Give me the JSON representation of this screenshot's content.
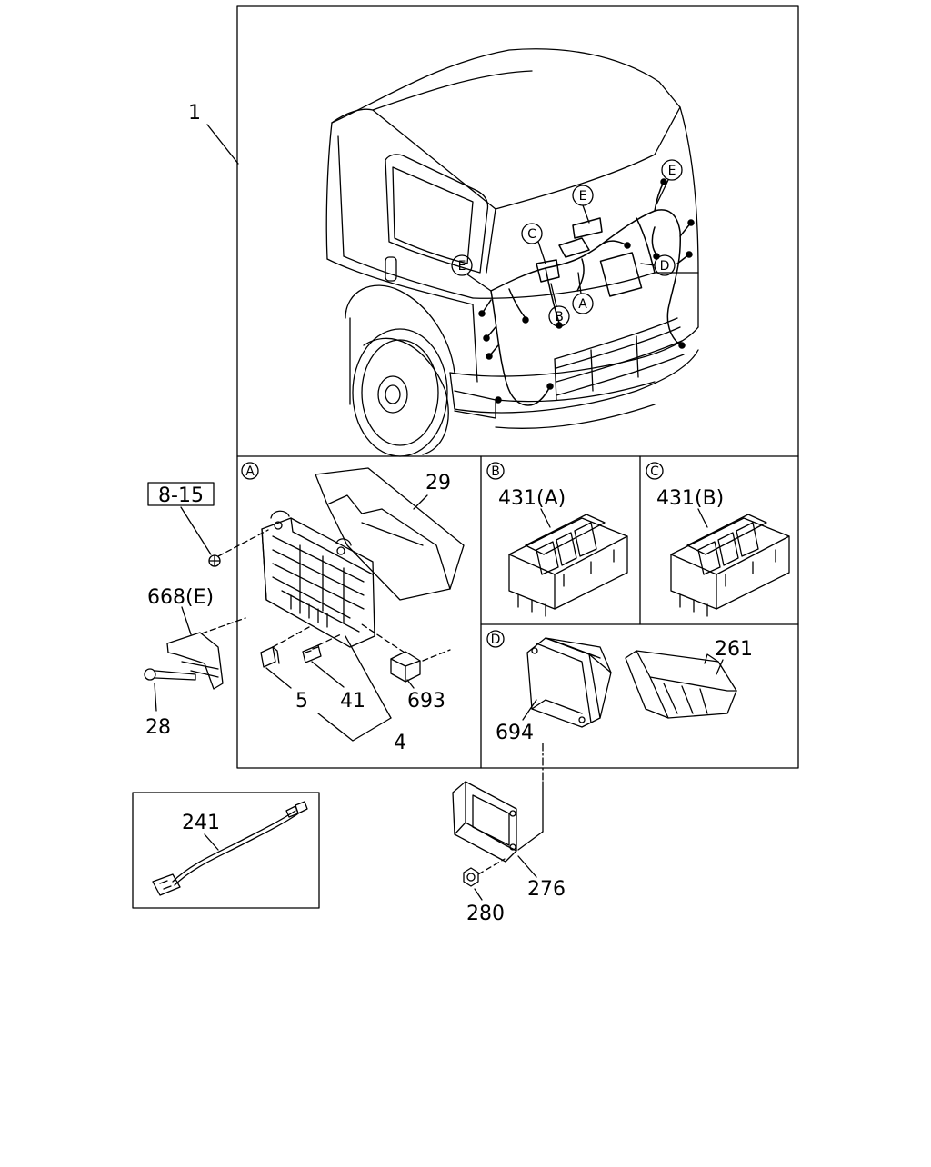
{
  "diagram": {
    "ref_box": "8-15",
    "callouts": {
      "main_assembly": "1",
      "fuse_box_cover": "29",
      "relay_a": "431(A)",
      "relay_b": "431(B)",
      "bracket": "668(E)",
      "bolt": "28",
      "fuse_5": "5",
      "fuse_41": "41",
      "fuse_kit": "4",
      "relay_693": "693",
      "ecu_cover": "261",
      "ecu_seal": "694",
      "ecu": "276",
      "nut": "280",
      "cable": "241"
    },
    "panel_labels": {
      "a": "A",
      "b": "B",
      "c": "C",
      "d": "D"
    },
    "harness_markers": [
      "E",
      "E",
      "E",
      "C",
      "D",
      "A",
      "B"
    ]
  }
}
